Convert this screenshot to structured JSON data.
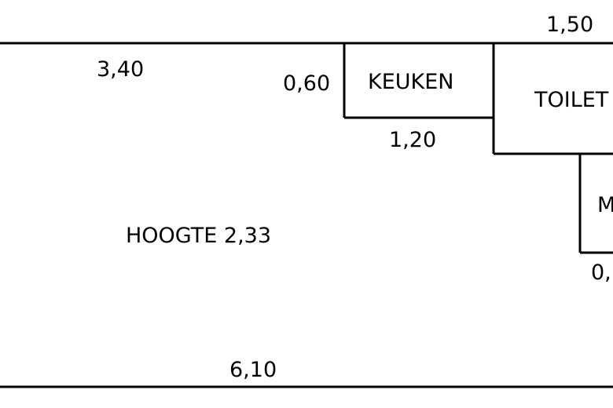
{
  "floorplan": {
    "dimensions": {
      "top_right": "1,50",
      "top_left": "3,40",
      "kitchen_height": "0,60",
      "kitchen_width": "1,20",
      "bottom": "6,10",
      "meter_bottom_partial": "0,"
    },
    "rooms": {
      "kitchen": "KEUKEN",
      "toilet_partial": "TOILET",
      "meter_partial": "M",
      "room_height": "HOOGTE 2,33"
    },
    "colors": {
      "line": "#000000",
      "background": "#ffffff"
    }
  }
}
